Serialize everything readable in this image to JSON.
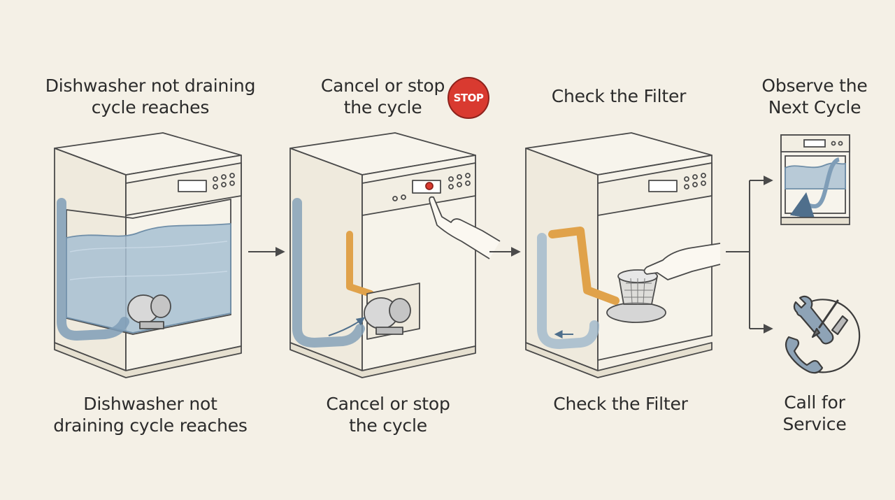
{
  "steps": [
    {
      "top_label": "Dishwasher not draining\ncycle reaches",
      "bottom_label": "Dishwasher not\ndraining cycle reaches"
    },
    {
      "top_label": "Cancel or stop\nthe cycle",
      "bottom_label": "Cancel or stop\nthe cycle",
      "badge": "STOP"
    },
    {
      "top_label": "Check the Filter",
      "bottom_label": "Check the Filter"
    }
  ],
  "outcomes": [
    {
      "label": "Observe the\nNext Cycle",
      "icon": "dishwasher-drain-cycle-icon"
    },
    {
      "label": "Call for\nService",
      "icon": "wrench-screwdriver-phone-icon"
    }
  ],
  "colors": {
    "background": "#f4f0e6",
    "line": "#4a4a4a",
    "water": "#9fb8cc",
    "hose": "#7f9db7",
    "orange_pipe": "#e0a24a",
    "stop_red": "#d93a30"
  }
}
